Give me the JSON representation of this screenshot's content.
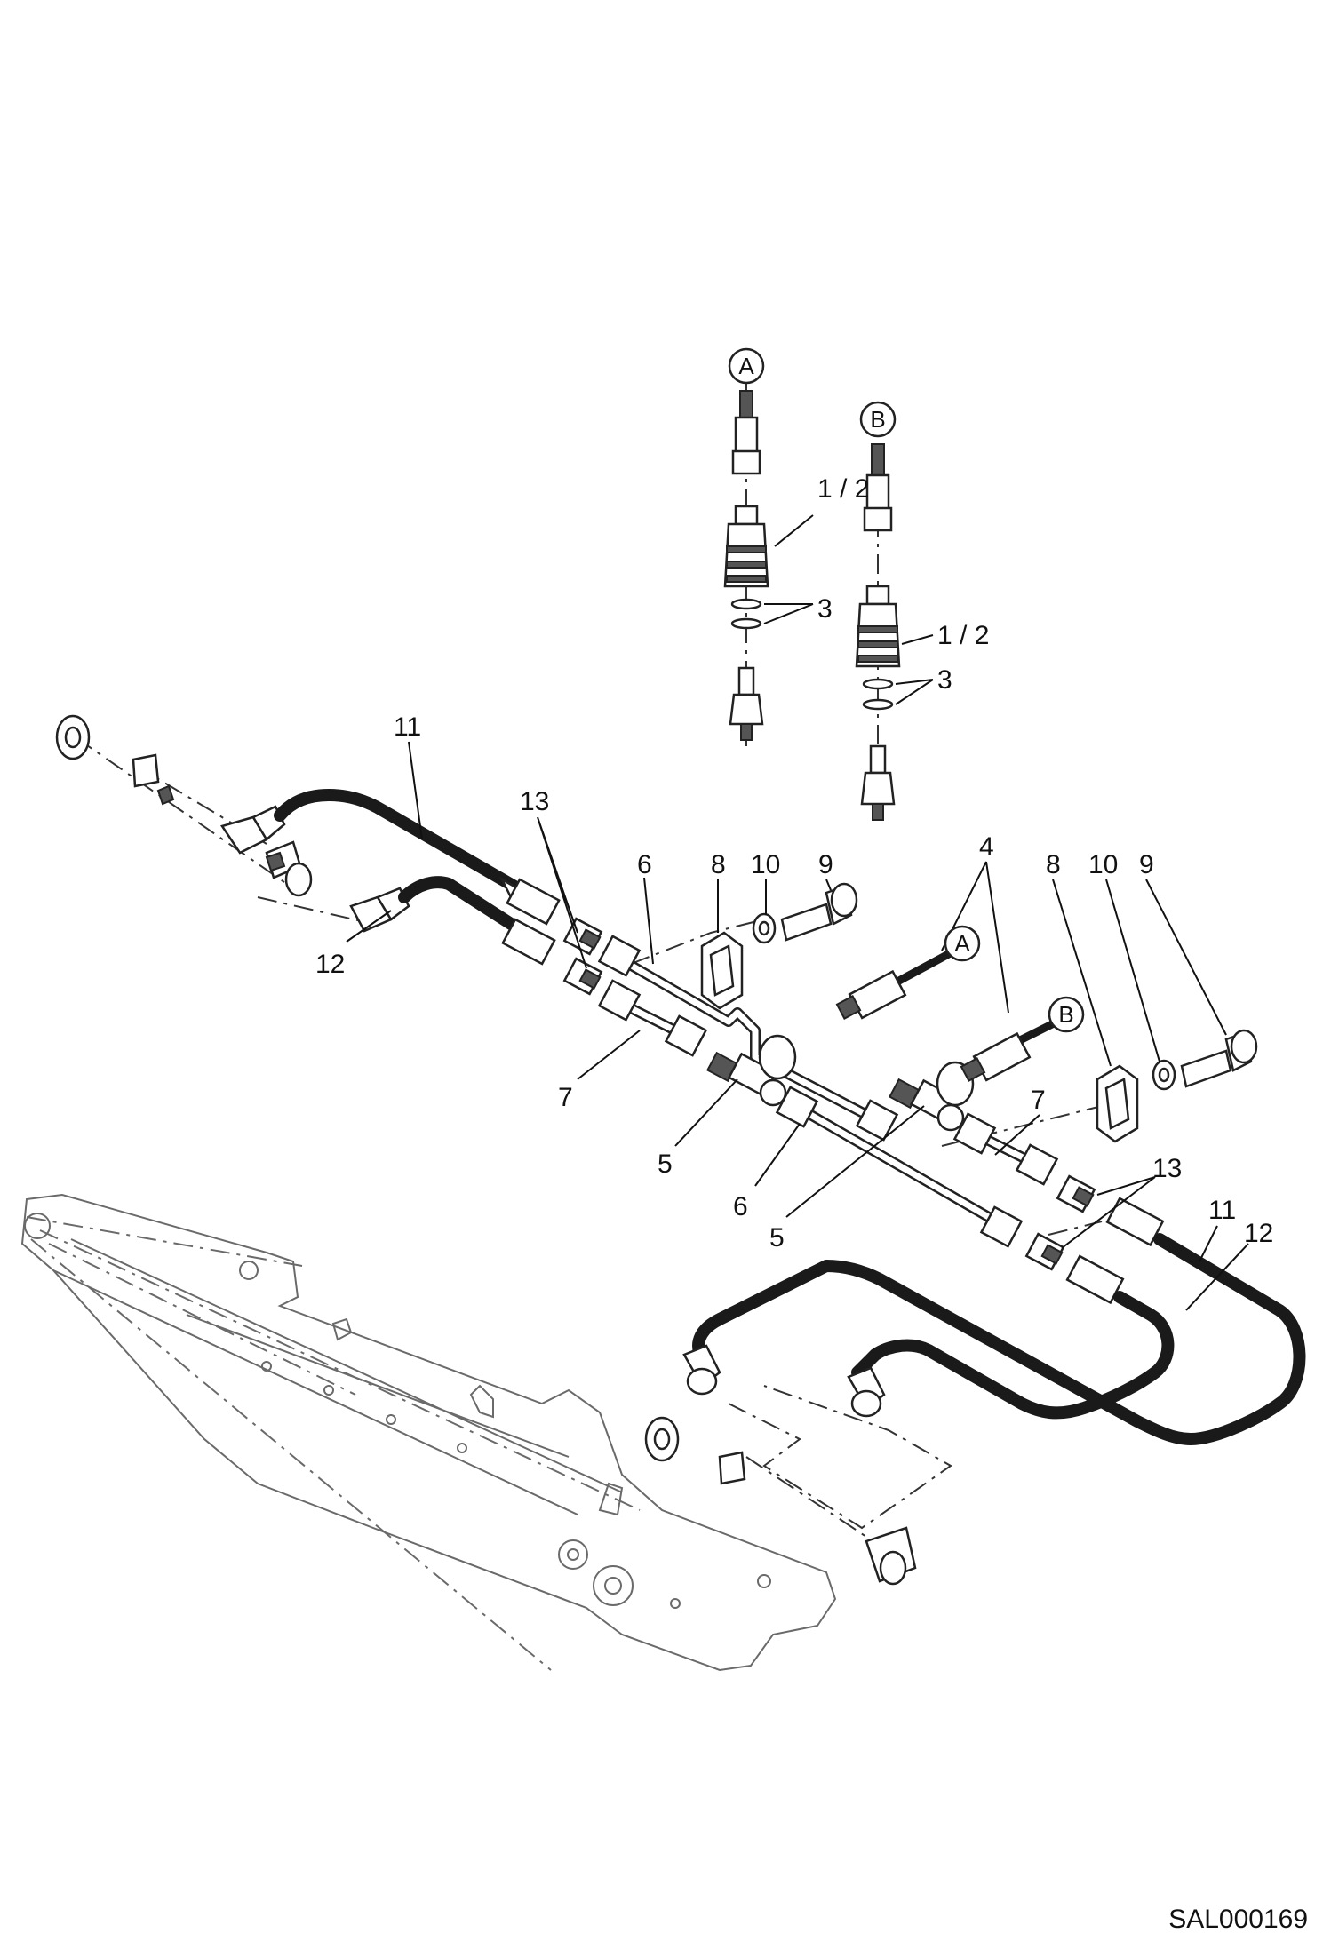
{
  "callouts": {
    "c1_2_top": "1 / 2",
    "c3_top": "3",
    "c1_2_mid": "1 / 2",
    "c3_mid": "3",
    "c11_left": "11",
    "c13_left": "13",
    "c12_left": "12",
    "c6_top": "6",
    "c8_left": "8",
    "c10_left": "10",
    "c9_left": "9",
    "c4": "4",
    "c8_right": "8",
    "c10_right": "10",
    "c9_right": "9",
    "c7_left": "7",
    "c5_left": "5",
    "c6_bottom": "6",
    "c5_bottom": "5",
    "c7_right": "7",
    "c13_right": "13",
    "c11_right": "11",
    "c12_right": "12"
  },
  "circle_labels": {
    "a_top": "A",
    "b_top": "B",
    "a_hose": "A",
    "b_hose": "B"
  },
  "document_id": "SAL000169"
}
